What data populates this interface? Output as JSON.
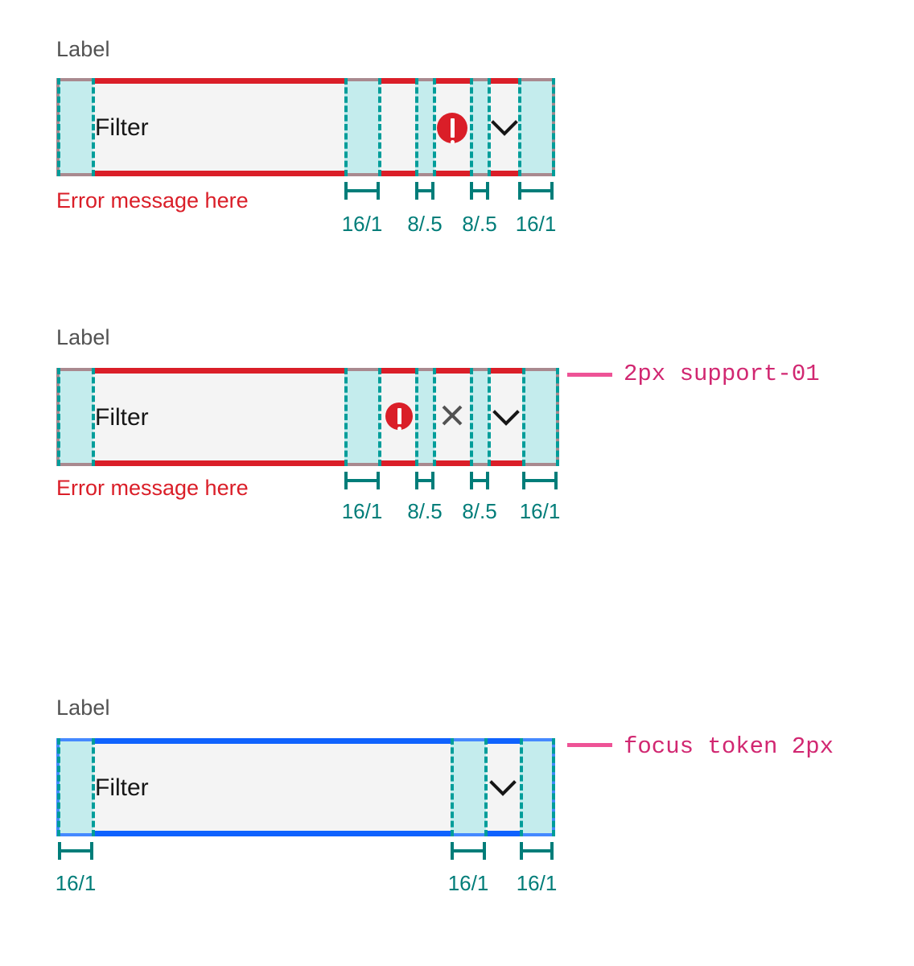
{
  "page": {
    "title": "Dropdown / Filter field spacing specification",
    "background": "#ffffff"
  },
  "colors": {
    "label_gray": "#525252",
    "error_red": "#da1e28",
    "spacing_band_cyan": "#c4eced",
    "guide_teal": "#009d9a",
    "measure_teal": "#007d79",
    "callout_pink": "#d12771",
    "focus_blue": "#0f62fe",
    "focus_ring_blue": "#4589ff",
    "field_fill": "#f4f4f4",
    "outline_gray": "#a9898f"
  },
  "specimens": [
    {
      "id": "filter-invalid-dropdown",
      "label": "Label",
      "value": "Filter",
      "helper_text": "Error message here",
      "state": "invalid",
      "icons": [
        "error-icon",
        "chevron-down-icon"
      ],
      "measurements": [
        {
          "label": "16/1",
          "token": "16",
          "rem": "1"
        },
        {
          "label": "8/.5",
          "token": "8",
          "rem": ".5"
        },
        {
          "label": "8/.5",
          "token": "8",
          "rem": ".5"
        },
        {
          "label": "16/1",
          "token": "16",
          "rem": "1"
        }
      ]
    },
    {
      "id": "filter-invalid-multiselect",
      "label": "Label",
      "value": "Filter",
      "helper_text": "Error message here",
      "state": "invalid",
      "icons": [
        "error-icon",
        "close-icon",
        "chevron-down-icon"
      ],
      "callout": "2px support-01",
      "measurements": [
        {
          "label": "16/1",
          "token": "16",
          "rem": "1"
        },
        {
          "label": "8/.5",
          "token": "8",
          "rem": ".5"
        },
        {
          "label": "8/.5",
          "token": "8",
          "rem": ".5"
        },
        {
          "label": "16/1",
          "token": "16",
          "rem": "1"
        }
      ]
    },
    {
      "id": "filter-focused-dropdown",
      "label": "Label",
      "value": "Filter",
      "helper_text": "",
      "state": "focused",
      "icons": [
        "chevron-down-icon"
      ],
      "callout": "focus token 2px",
      "measurements": [
        {
          "label": "16/1",
          "token": "16",
          "rem": "1"
        },
        {
          "label": "16/1",
          "token": "16",
          "rem": "1"
        },
        {
          "label": "16/1",
          "token": "16",
          "rem": "1"
        }
      ]
    }
  ]
}
